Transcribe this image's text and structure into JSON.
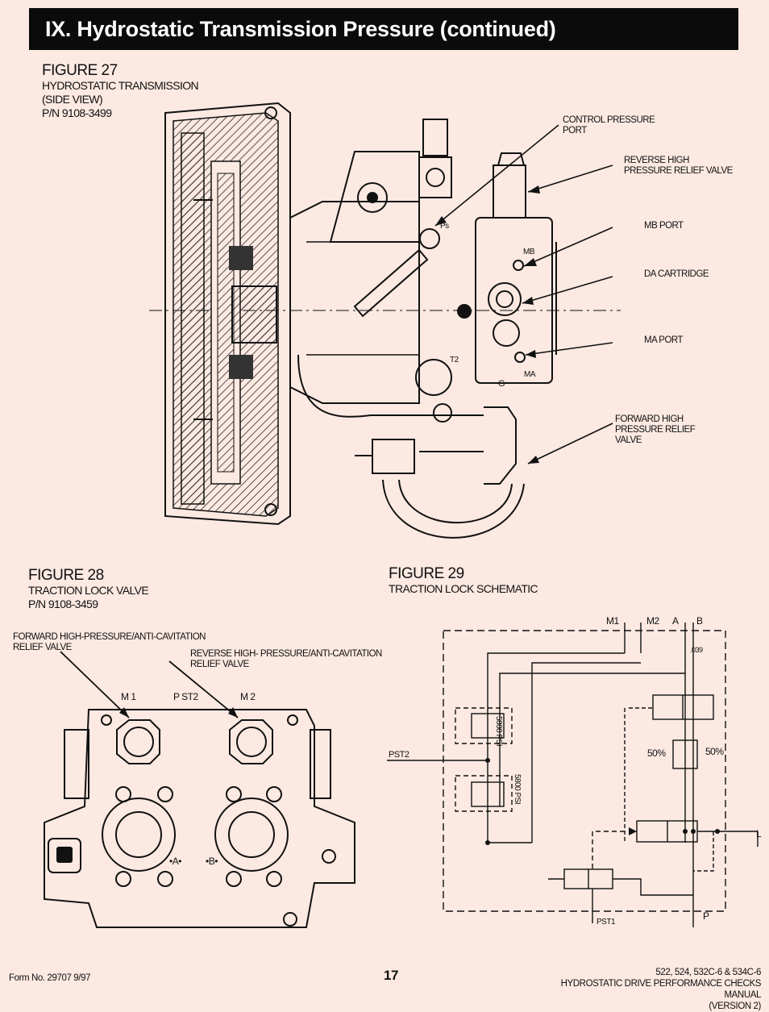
{
  "header": {
    "title": "IX. Hydrostatic Transmission Pressure (continued)"
  },
  "figure27": {
    "title": "FIGURE 27",
    "subtitle_lines": [
      "HYDROSTATIC TRANSMISSION",
      "(SIDE VIEW)",
      "P/N 9108-3499"
    ],
    "callouts": {
      "control_pressure_port": [
        "CONTROL PRESSURE",
        "PORT"
      ],
      "reverse_relief": [
        "REVERSE HIGH",
        "PRESSURE RELIEF VALVE"
      ],
      "mb_port": "MB PORT",
      "da_cartridge": "DA CARTRIDGE",
      "ma_port": "MA PORT",
      "forward_relief": [
        "FORWARD HIGH",
        "PRESSURE RELIEF",
        "VALVE"
      ]
    },
    "part_marks": {
      "ps": "Ps",
      "mb": "MB",
      "ma": "MA",
      "t2": "T2",
      "g": "G"
    }
  },
  "figure28": {
    "title": "FIGURE 28",
    "subtitle_lines": [
      "TRACTION LOCK VALVE",
      "P/N 9108-3459"
    ],
    "callouts": {
      "forward": [
        "FORWARD HIGH-PRESSURE/ANTI-CAVITATION",
        "RELIEF VALVE"
      ],
      "reverse": [
        "REVERSE HIGH- PRESSURE/ANTI-CAVITATION",
        "RELIEF VALVE"
      ]
    },
    "port_marks": {
      "m1": "M 1",
      "pst2": "P ST2",
      "m2": "M 2",
      "a": "•A•",
      "b": "•B•"
    }
  },
  "figure29": {
    "title": "FIGURE 29",
    "subtitle": "TRACTION LOCK SCHEMATIC",
    "labels": {
      "m1": "M1",
      "m2": "M2",
      "a": "A",
      "b": "B",
      "orifice": ".039",
      "pst2": "PST2",
      "psi_top": "5800 PSI",
      "psi_bottom": "5800 PSI",
      "pct_left": "50%",
      "pct_right": "50%",
      "l": "L",
      "p": "P",
      "pst1": "PST1"
    }
  },
  "footer": {
    "form_no": "Form No. 29707 9/97",
    "page_number": "17",
    "right_lines": [
      "522, 524, 532C-6 & 534C-6",
      "HYDROSTATIC DRIVE PERFORMANCE CHECKS MANUAL",
      "(VERSION 2)"
    ]
  }
}
